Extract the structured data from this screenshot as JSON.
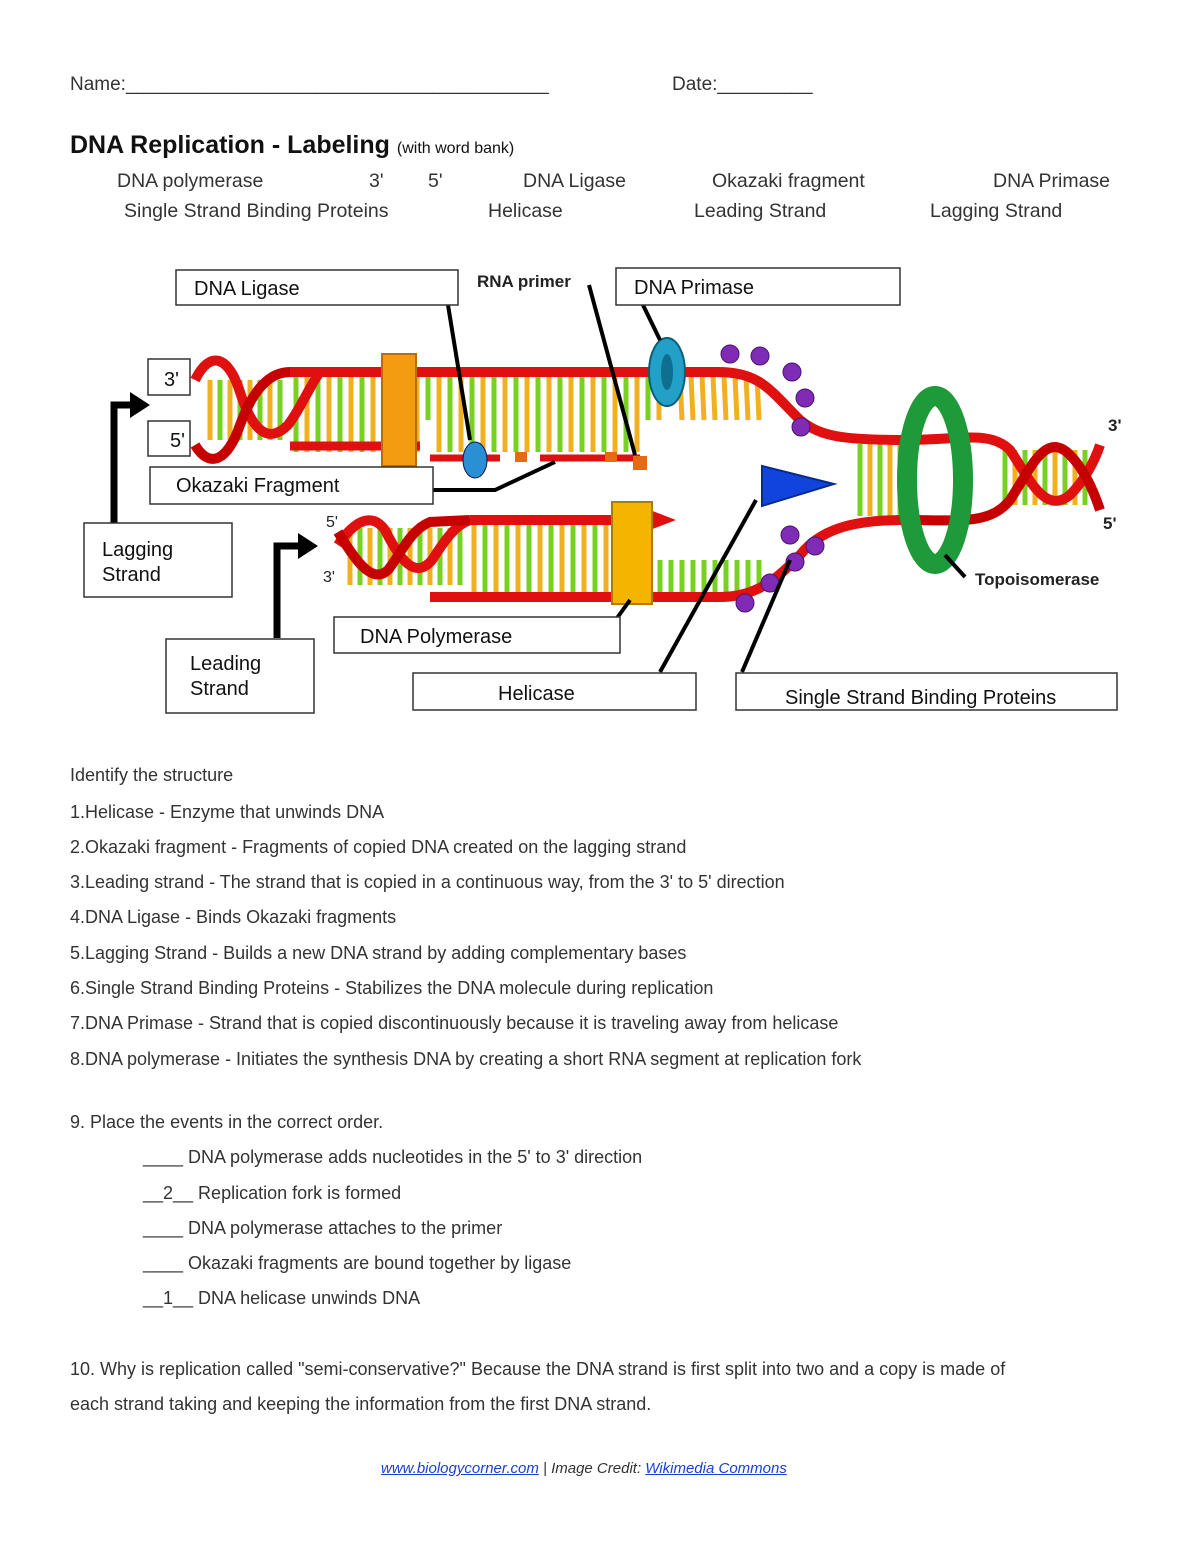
{
  "header": {
    "name_label": "Name:________________________________________",
    "date_label": "Date:_________"
  },
  "title": {
    "main": "DNA Replication - Labeling",
    "sub": "(with word bank)"
  },
  "word_bank": {
    "row1": [
      "DNA polymerase",
      "3'",
      "5'",
      "DNA Ligase",
      "Okazaki fragment",
      "DNA Primase"
    ],
    "row2": [
      "Single Strand Binding Proteins",
      "Helicase",
      "Leading Strand",
      "Lagging Strand"
    ]
  },
  "diagram": {
    "box_labels": {
      "dna_ligase": "DNA Ligase",
      "dna_primase": "DNA Primase",
      "three_prime": "3'",
      "five_prime": "5'",
      "okazaki": "Okazaki Fragment",
      "lagging_1": "Lagging",
      "lagging_2": "Strand",
      "leading_1": "Leading",
      "leading_2": "Strand",
      "dna_polymerase": "DNA Polymerase",
      "helicase": "Helicase",
      "ssb": "Single Strand Binding Proteins"
    },
    "text_labels": {
      "rna_primer": "RNA primer",
      "topoisomerase": "Topoisomerase",
      "right_3": "3'",
      "right_5": "5'",
      "lower_5": "5'",
      "lower_3": "3'"
    }
  },
  "questions": {
    "identify_heading": "Identify the structure",
    "items": [
      "1.Helicase - Enzyme that unwinds DNA",
      "2.Okazaki fragment - Fragments of copied DNA created on the lagging strand",
      "3.Leading strand - The strand that is copied in a continuous way, from the 3' to 5' direction",
      "4.DNA Ligase - Binds Okazaki fragments",
      "5.Lagging Strand - Builds a new DNA strand by adding complementary bases",
      "6.Single Strand Binding Proteins - Stabilizes the DNA molecule during replication",
      "7.DNA Primase - Strand that is copied discontinuously because it is traveling away from helicase",
      "8.DNA polymerase - Initiates the synthesis DNA by creating a short RNA segment at replication fork"
    ],
    "order_heading": "9.  Place the events in the correct order.",
    "order_items": [
      "____  DNA polymerase adds nucleotides in the 5' to 3' direction",
      "__2__  Replication fork is formed",
      "____  DNA polymerase attaches to the primer",
      "____ Okazaki fragments are bound together by ligase",
      "__1__ DNA helicase unwinds DNA"
    ],
    "q10_line1": "10.  Why is replication called \"semi-conservative?\"  Because the DNA strand is first split into two and a copy is made of",
    "q10_line2": "each strand taking and keeping the information from the first DNA strand."
  },
  "footer": {
    "link1": "www.biologycorner.com",
    "separator": " | Image Credit: ",
    "link2": "Wikimedia Commons"
  }
}
